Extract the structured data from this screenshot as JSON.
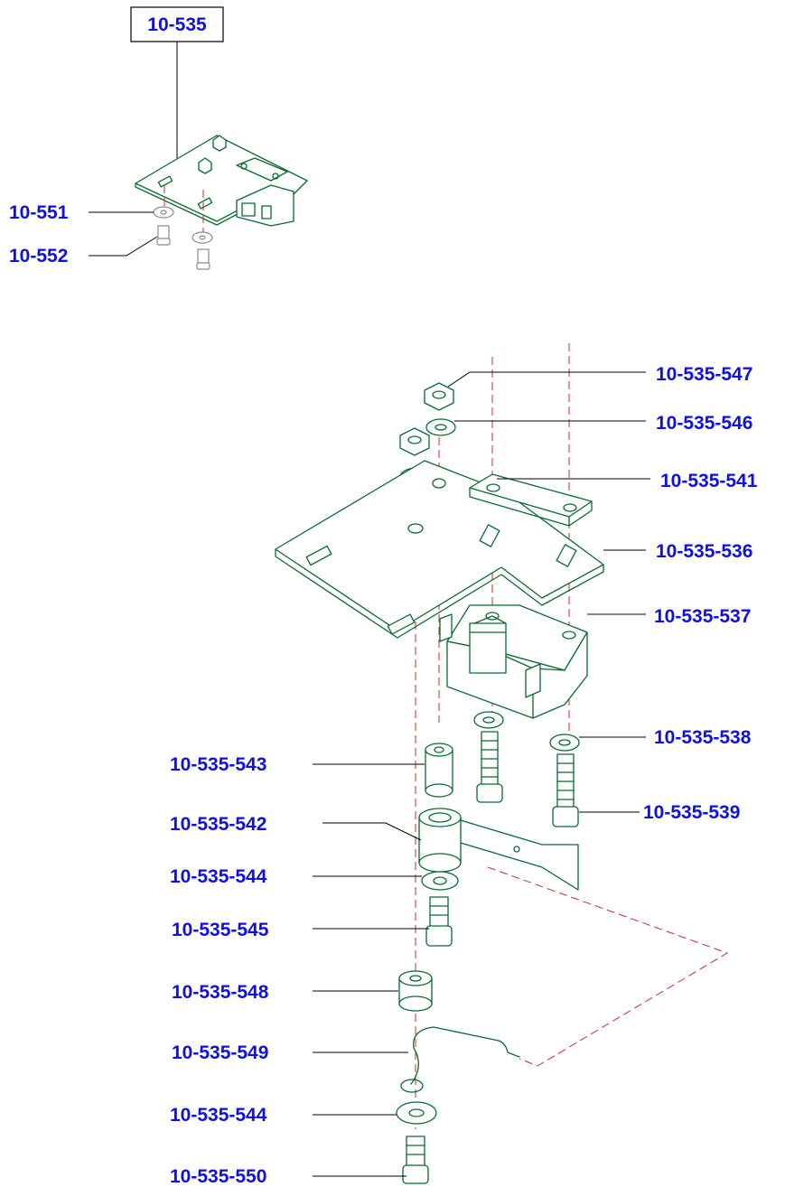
{
  "colors": {
    "label": "#1010e0",
    "part_line": "#0a6a30",
    "dash_line": "#c0302a",
    "leader": "#000000"
  },
  "overview": {
    "assembly_label": "10-535",
    "labels": [
      "10-551",
      "10-552"
    ]
  },
  "exploded": {
    "labels": {
      "p547": "10-535-547",
      "p546": "10-535-546",
      "p541": "10-535-541",
      "p536": "10-535-536",
      "p537": "10-535-537",
      "p538": "10-535-538",
      "p539": "10-535-539",
      "p543": "10-535-543",
      "p542": "10-535-542",
      "p544a": "10-535-544",
      "p545": "10-535-545",
      "p548": "10-535-548",
      "p549": "10-535-549",
      "p544b": "10-535-544",
      "p550": "10-535-550"
    }
  }
}
